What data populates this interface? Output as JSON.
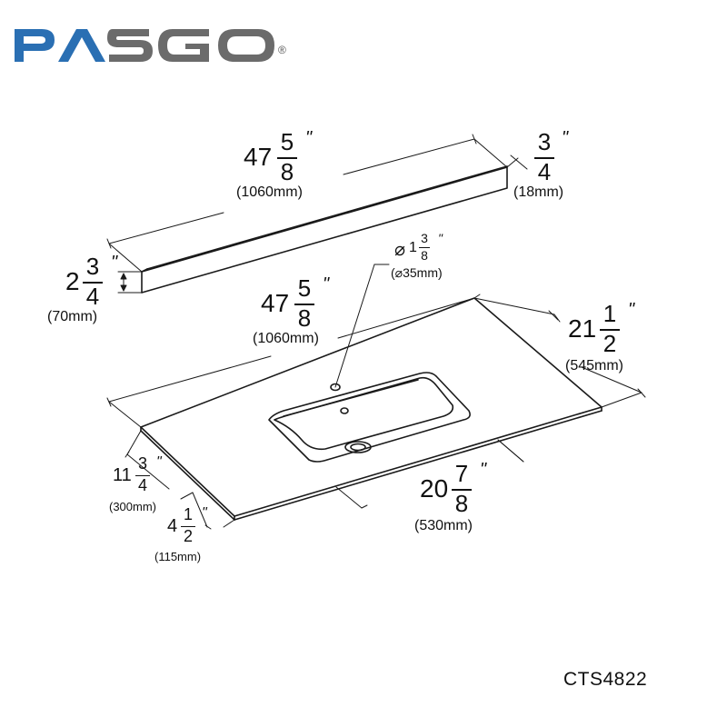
{
  "brand": {
    "logo_text": "PASGO",
    "registered_mark": "®",
    "colors": {
      "logo_blue": "#2a6fb3",
      "logo_gray": "#6b6b6b"
    }
  },
  "model_code": "CTS4822",
  "icons": {
    "diameter_symbol": "⌀"
  },
  "dimensions": {
    "splash_length": {
      "whole": "47",
      "num": "5",
      "den": "8",
      "inch": "\"",
      "mm": "(1060mm)"
    },
    "splash_thickness": {
      "whole": "",
      "num": "3",
      "den": "4",
      "inch": "\"",
      "mm": "(18mm)"
    },
    "splash_height": {
      "whole": "2",
      "num": "3",
      "den": "4",
      "inch": "\"",
      "mm": "(70mm)"
    },
    "faucet_hole": {
      "prefix": "1",
      "num": "3",
      "den": "8",
      "inch": "\"",
      "mm": "(⌀35mm)"
    },
    "top_length": {
      "whole": "47",
      "num": "5",
      "den": "8",
      "inch": "\"",
      "mm": "(1060mm)"
    },
    "top_depth": {
      "whole": "21",
      "num": "1",
      "den": "2",
      "inch": "\"",
      "mm": "(545mm)"
    },
    "basin_offset": {
      "whole": "11",
      "num": "3",
      "den": "4",
      "inch": "\"",
      "mm": "(300mm)"
    },
    "front_edge": {
      "whole": "4",
      "num": "1",
      "den": "2",
      "inch": "\"",
      "mm": "(115mm)"
    },
    "basin_width": {
      "whole": "20",
      "num": "7",
      "den": "8",
      "inch": "\"",
      "mm": "(530mm)"
    }
  }
}
